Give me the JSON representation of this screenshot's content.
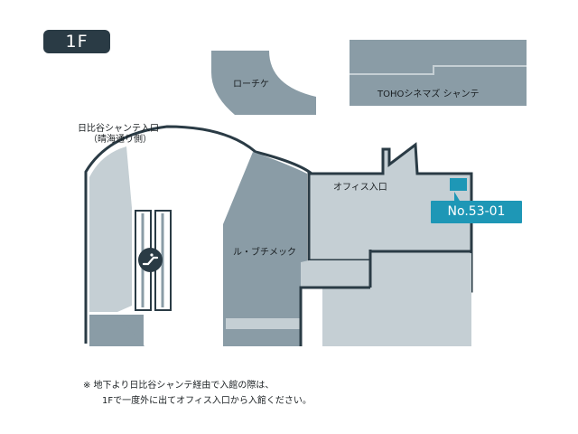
{
  "floor": "1F",
  "labels": {
    "roachike": "ローチケ",
    "toho": "TOHOシネマズ シャンテ",
    "hibiya_entrance_line1": "日比谷シャンテ入口",
    "hibiya_entrance_line2": "（晴海通り側）",
    "office_entrance": "オフィス入口",
    "rule_bukh": "ル・ブチメック"
  },
  "callout": {
    "text": "No.53-01"
  },
  "note": {
    "line1": "※ 地下より日比谷シャンテ経由で入館の際は、",
    "line2": "1Fで一度外に出てオフィス入口から入館ください。"
  },
  "icons": [
    "escalator-icon"
  ],
  "colors": {
    "dark": "#2a3b45",
    "mid": "#8a9ca6",
    "light": "#c5cfd4",
    "accent": "#1e97b6"
  }
}
